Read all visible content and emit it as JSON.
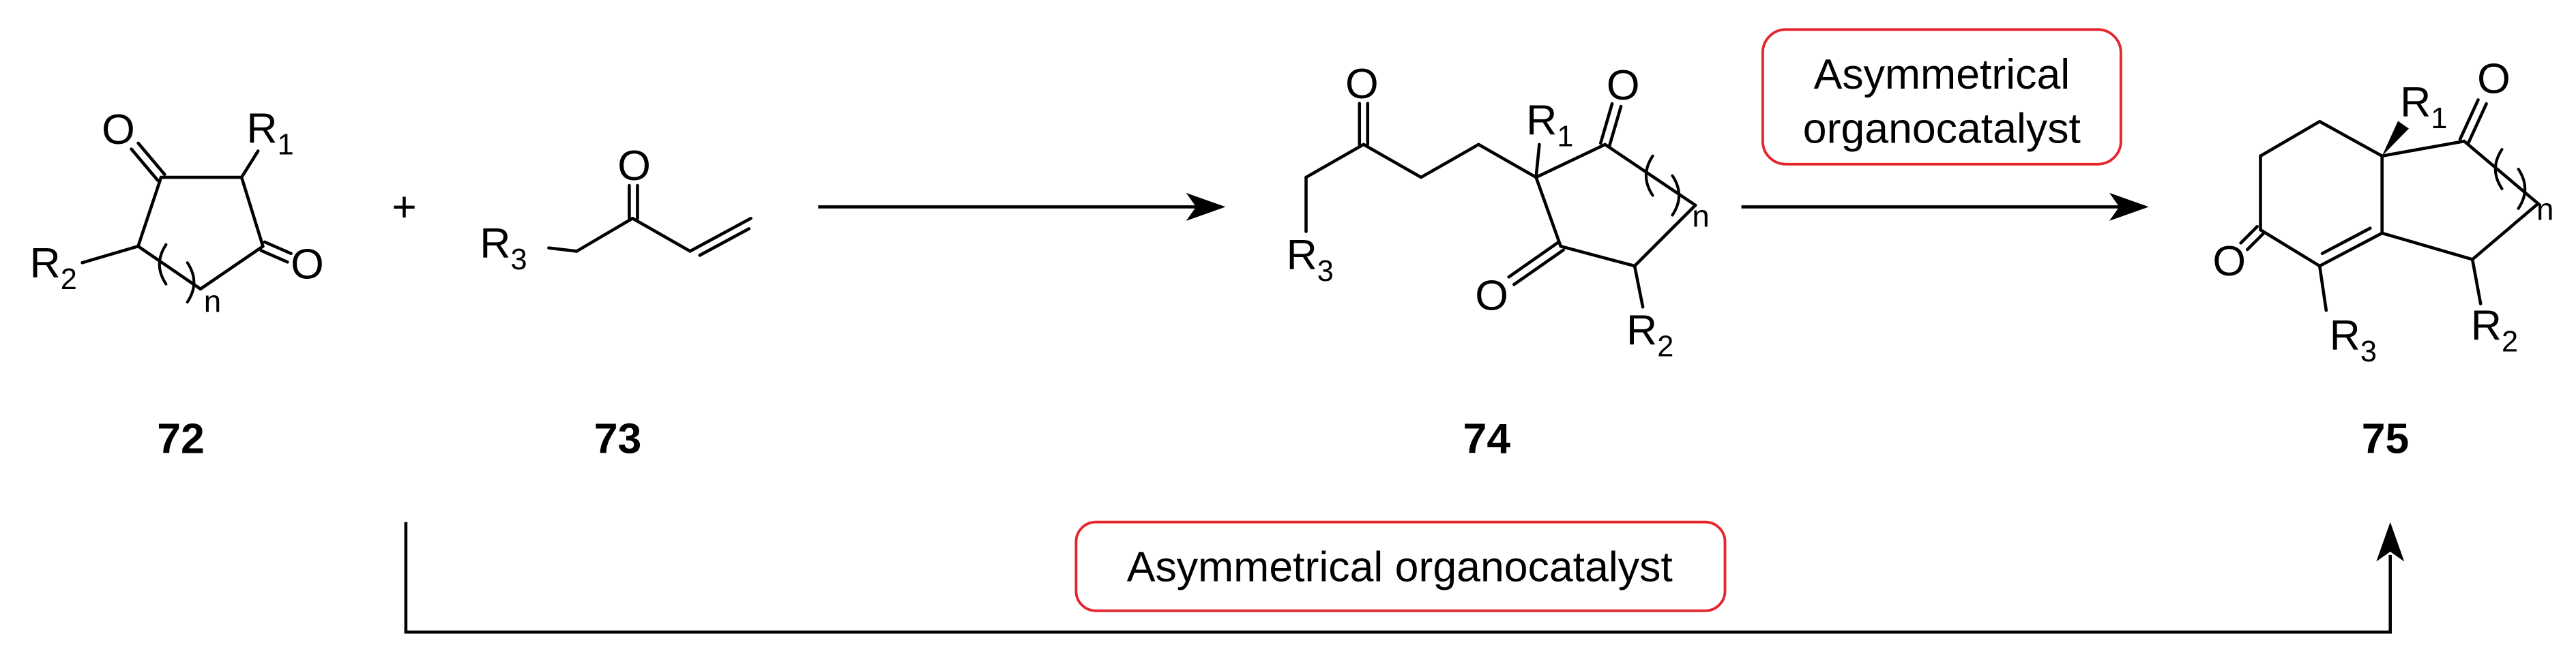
{
  "scheme": {
    "plus": "+",
    "compound_labels": {
      "c72": "72",
      "c73": "73",
      "c74": "74",
      "c75": "75"
    },
    "catalyst_stepwise": {
      "line1": "Asymmetrical",
      "line2": "organocatalyst"
    },
    "catalyst_direct": "Asymmetrical organocatalyst"
  },
  "atoms": {
    "oxygen": "O",
    "ring_index": "n"
  },
  "substituents": {
    "R1": {
      "symbol": "R",
      "index": "1"
    },
    "R2": {
      "symbol": "R",
      "index": "2"
    },
    "R3": {
      "symbol": "R",
      "index": "3"
    }
  },
  "colors": {
    "ink": "#000000",
    "catalyst_box_border": "#e4262d",
    "background": "#ffffff"
  }
}
